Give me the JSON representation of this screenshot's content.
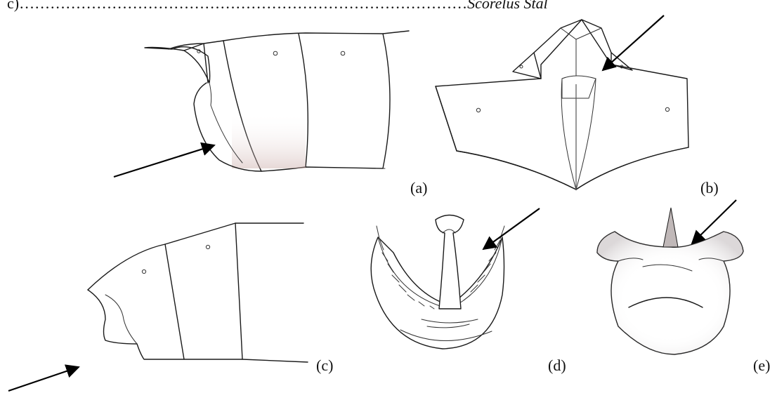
{
  "header": {
    "prefix": "c)",
    "leader": "……………………………………………………………………………",
    "species": "Scorelus Stal"
  },
  "panels": {
    "a": "(a)",
    "b": "(b)",
    "c": "(c)",
    "d": "(d)",
    "e": "(e)"
  }
}
